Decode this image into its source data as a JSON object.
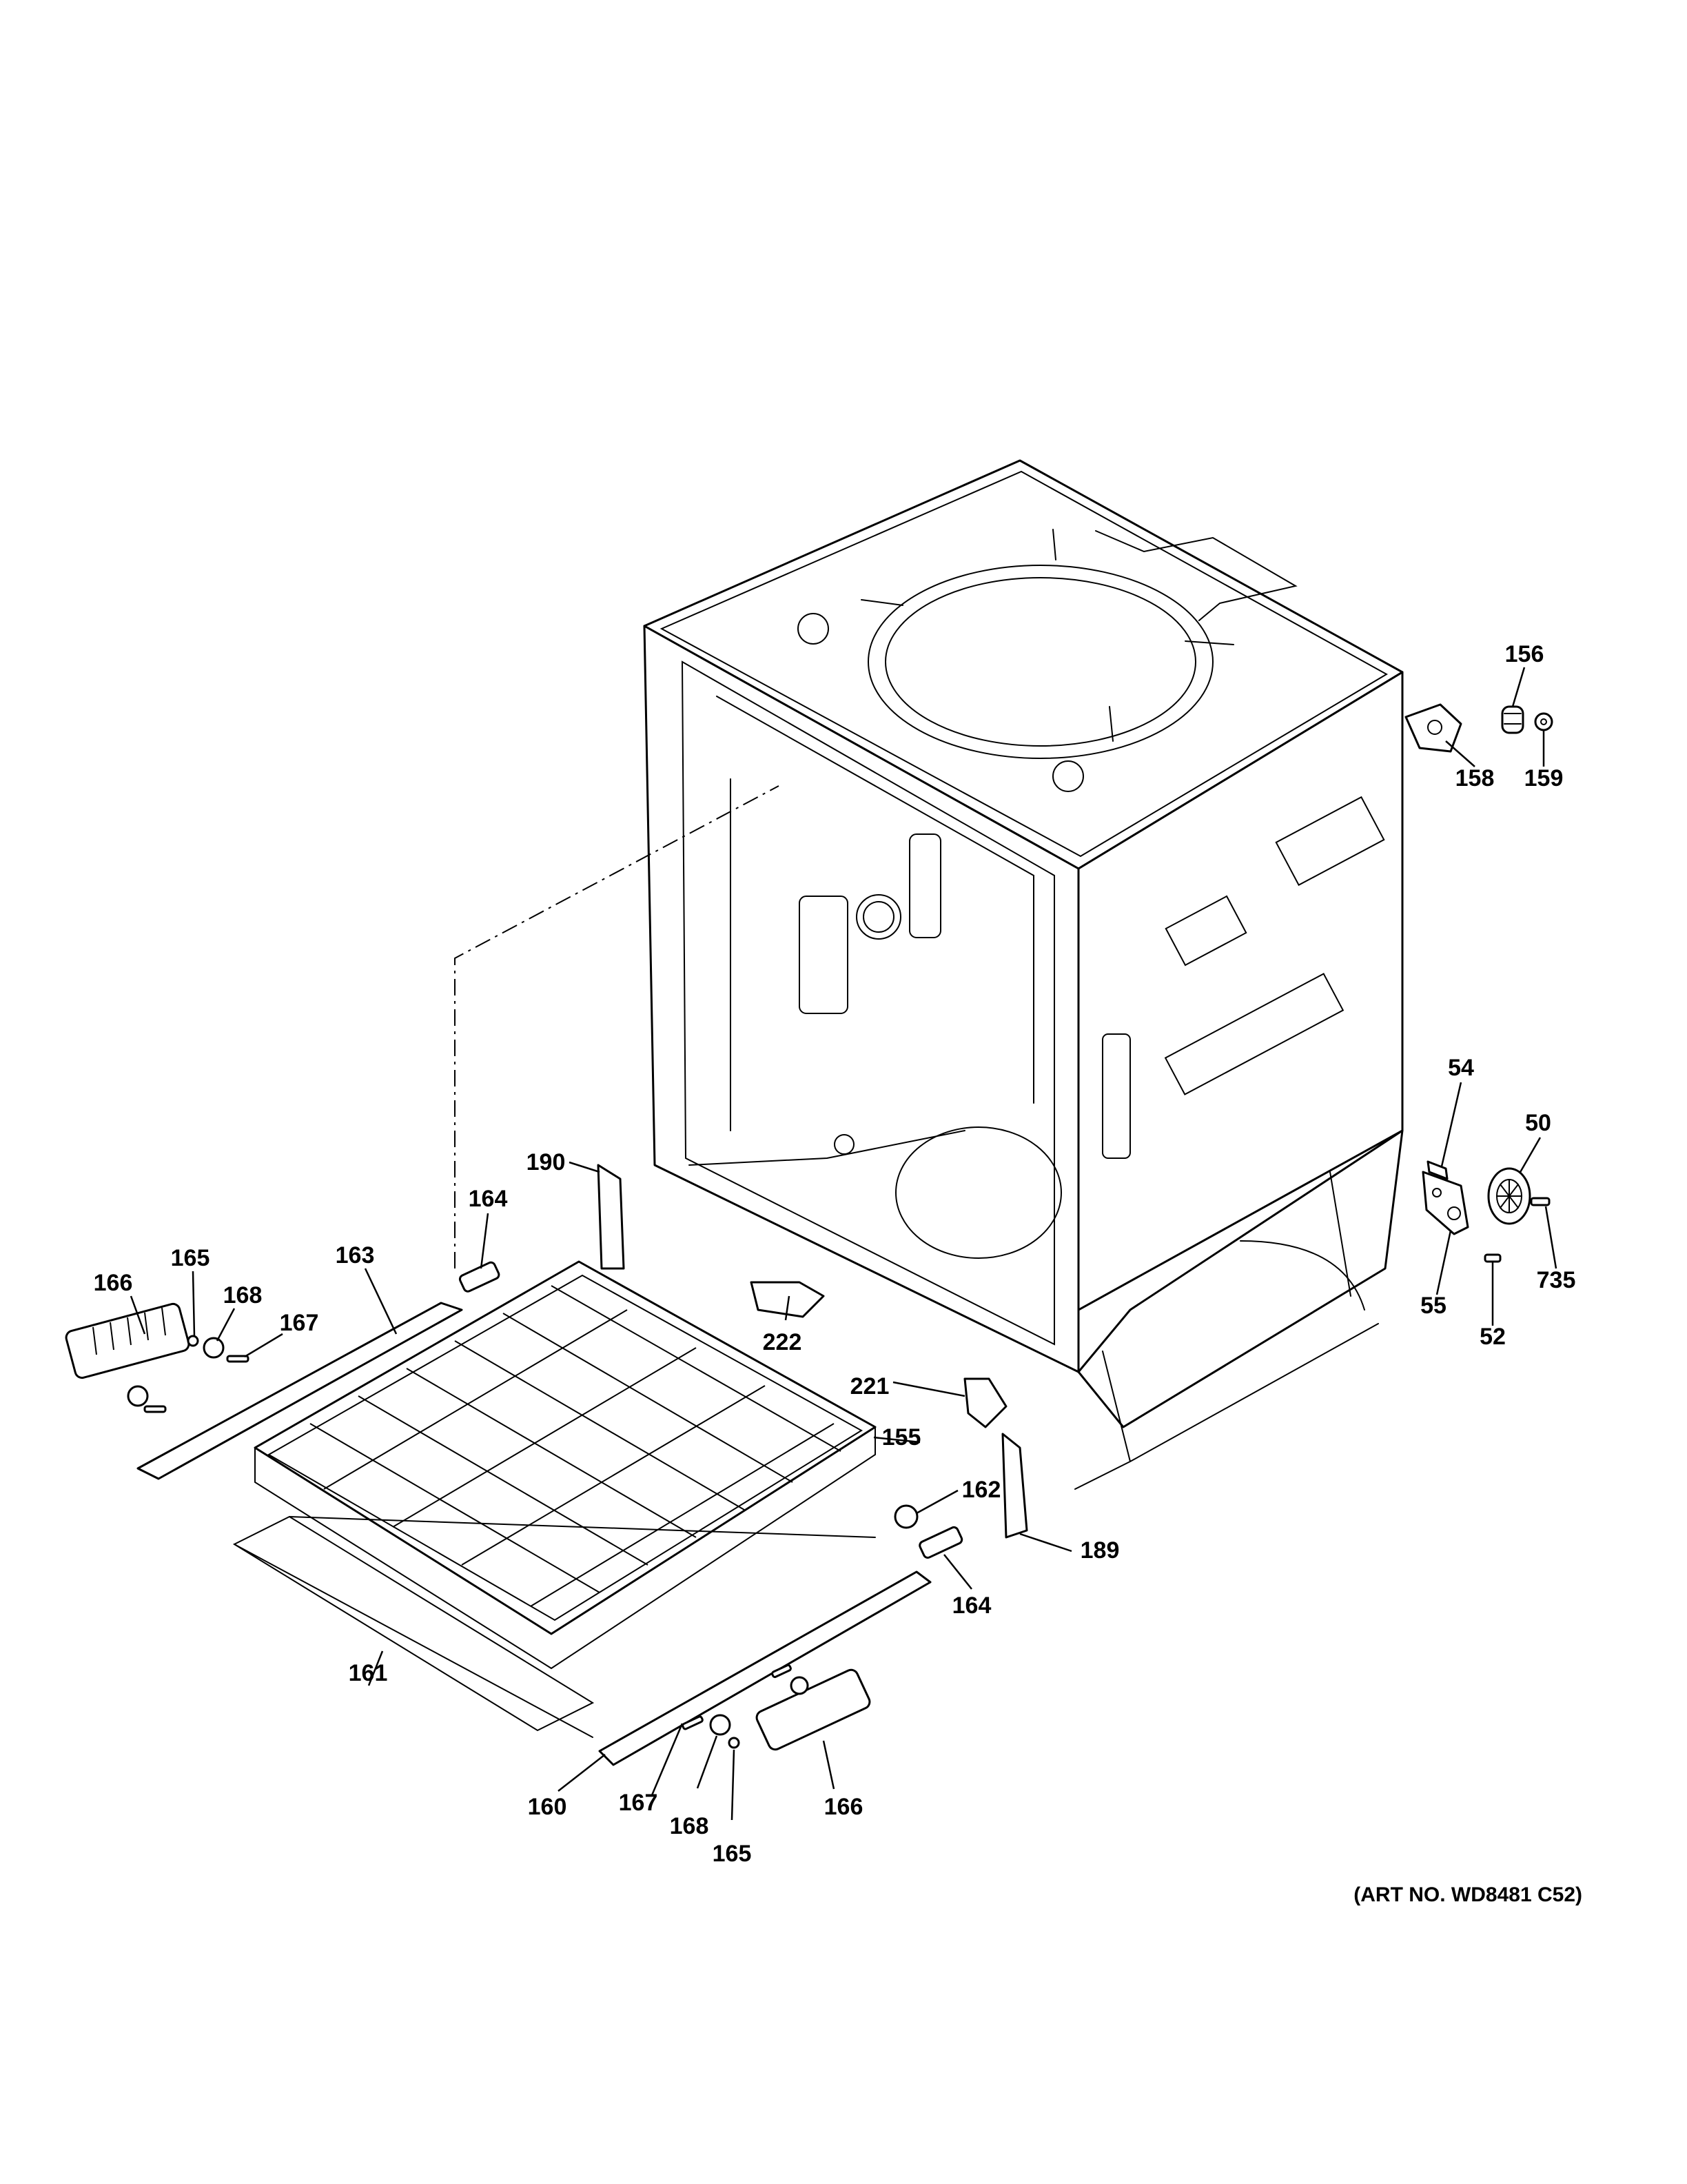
{
  "labels": {
    "l156": "156",
    "l158": "158",
    "l159": "159",
    "l54": "54",
    "l50": "50",
    "l55": "55",
    "l52": "52",
    "l735": "735",
    "l190": "190",
    "l164a": "164",
    "l164b": "164",
    "l163": "163",
    "l166a": "166",
    "l166b": "166",
    "l165a": "165",
    "l165b": "165",
    "l168a": "168",
    "l168b": "168",
    "l167a": "167",
    "l167b": "167",
    "l222": "222",
    "l221": "221",
    "l155": "155",
    "l162": "162",
    "l189": "189",
    "l161": "161",
    "l160": "160"
  },
  "art_number": "(ART NO. WD8481 C52)"
}
